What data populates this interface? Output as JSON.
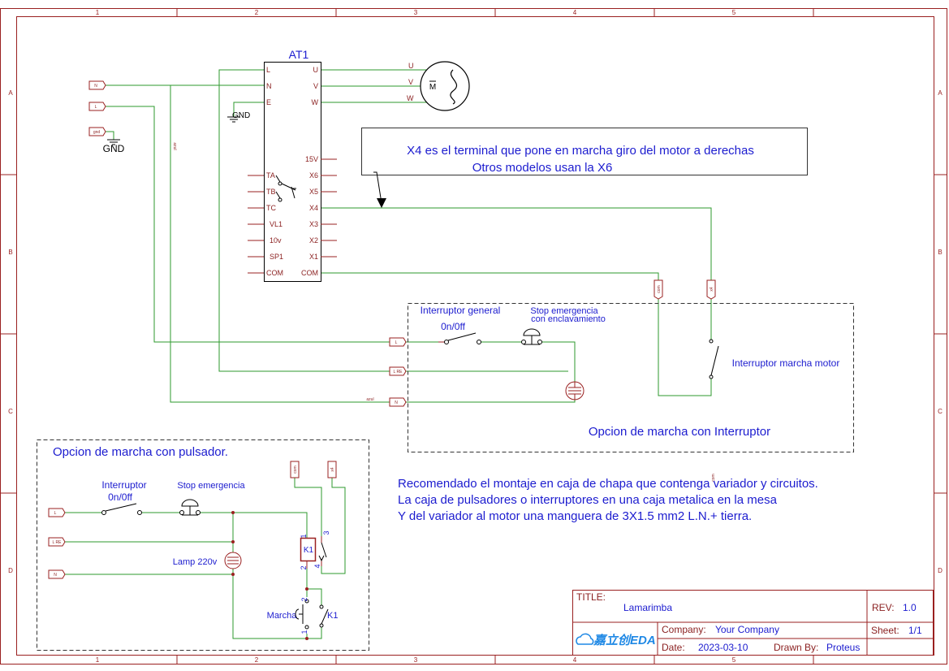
{
  "frame": {
    "col_numbers": [
      "1",
      "2",
      "3",
      "4",
      "5"
    ],
    "row_letters": [
      "A",
      "B",
      "C",
      "D"
    ]
  },
  "inverter": {
    "designator": "AT1",
    "left_pins": [
      "L",
      "N",
      "E",
      "TA",
      "TB",
      "TC",
      "VL1",
      "10v",
      "SP1",
      "COM"
    ],
    "right_pins": [
      "U",
      "V",
      "W",
      "15V",
      "X6",
      "X5",
      "X4",
      "X3",
      "X2",
      "X1",
      "COM"
    ]
  },
  "motor": {
    "symbol": "M",
    "terminals": [
      "U",
      "V",
      "W"
    ]
  },
  "gnd_labels": [
    "GND",
    "GND"
  ],
  "net_flags": {
    "n": "N",
    "l": "L",
    "gnd": "gnd",
    "com": "com",
    "x4": "x4",
    "l1": "L",
    "lre": "L RE",
    "n1": "N",
    "l2": "L",
    "lre2": "L RE",
    "n2": "N",
    "com2": "com",
    "x4_2": "x4"
  },
  "wire_labels": {
    "azul_v": "azul",
    "azul_h": "azul",
    "com_v": "com"
  },
  "note": {
    "line1": "X4 es el terminal que pone en marcha giro del motor a derechas",
    "line2": "Otros modelos usan la X6"
  },
  "switch_option": {
    "title": "Opcion de marcha con Interruptor",
    "main_switch": "Interruptor general",
    "main_switch_state": "0n/0ff",
    "estop_line1": "Stop emergencia",
    "estop_line2": "con enclavamiento",
    "run_switch": "Interruptor marcha motor"
  },
  "button_option": {
    "title": "Opcion de marcha con pulsador.",
    "switch_line1": "Interruptor",
    "switch_line2": "0n/0ff",
    "estop": "Stop emergencia",
    "lamp": "Lamp 220v",
    "start_button": "Marcha",
    "relay": "K1",
    "relay_contact": "K1",
    "relay_pins": [
      "1",
      "2",
      "3",
      "4"
    ],
    "button_pins": [
      "1",
      "2"
    ]
  },
  "recommendation": [
    "Recomendado el montaje en caja de chapa que contenga variador y circuitos.",
    "La caja de pulsadores o interruptores en una caja metalica en la mesa",
    "Y del variador al motor una manguera de 3X1.5 mm2 L.N.+ tierra."
  ],
  "title_block": {
    "title_label": "TITLE:",
    "title": "Lamarimba",
    "rev_label": "REV:",
    "rev": "1.0",
    "company_label": "Company:",
    "company": "Your Company",
    "sheet_label": "Sheet:",
    "sheet": "1/1",
    "date_label": "Date:",
    "date": "2023-03-10",
    "drawn_label": "Drawn By:",
    "drawn_by": "Proteus",
    "logo_text": "嘉立创EDA"
  },
  "colors": {
    "frame": "#9a2020",
    "wire": "#2e9a2e",
    "text": "#1c1ccf"
  }
}
